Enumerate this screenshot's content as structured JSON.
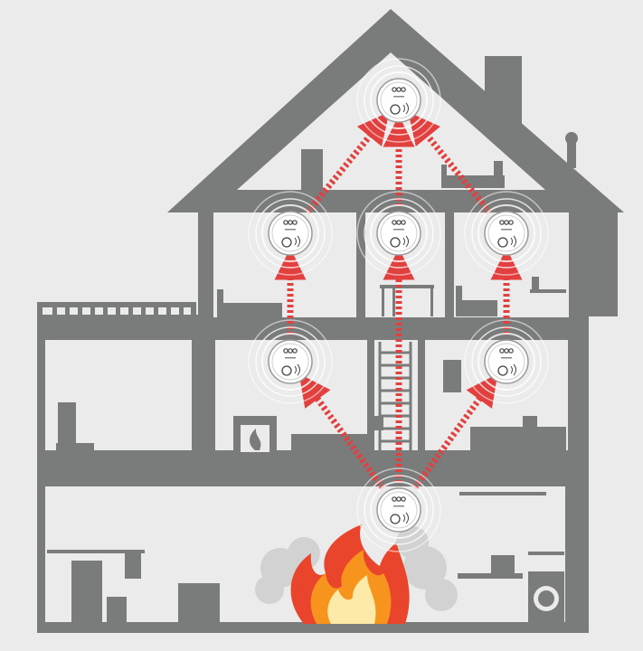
{
  "colors": {
    "background": "#ebebeb",
    "house": "#7a7b7b",
    "interior": "#ebebeb",
    "arrow": "#e2403f",
    "alarm_body": "#ffffff",
    "signal_ring": "#ffffff",
    "smoke": "#d2d2d2",
    "flame_outer": "#e8452c",
    "flame_mid": "#f7941d",
    "flame_inner": "#fde9a8"
  },
  "diagram": {
    "subject": "interlinked-smoke-alarm-network",
    "source_alarm": "alarm-basement",
    "alarms": [
      {
        "id": "alarm-attic",
        "floor": "attic"
      },
      {
        "id": "alarm-top-left",
        "floor": "top"
      },
      {
        "id": "alarm-top-center",
        "floor": "top"
      },
      {
        "id": "alarm-top-right",
        "floor": "top"
      },
      {
        "id": "alarm-middle-left",
        "floor": "middle"
      },
      {
        "id": "alarm-middle-right",
        "floor": "middle"
      },
      {
        "id": "alarm-basement",
        "floor": "basement"
      }
    ],
    "links": [
      {
        "from": "alarm-basement",
        "to": "alarm-middle-left"
      },
      {
        "from": "alarm-basement",
        "to": "alarm-middle-right"
      },
      {
        "from": "alarm-basement",
        "to": "alarm-top-center"
      },
      {
        "from": "alarm-middle-left",
        "to": "alarm-top-left"
      },
      {
        "from": "alarm-middle-right",
        "to": "alarm-top-right"
      },
      {
        "from": "alarm-top-left",
        "to": "alarm-attic"
      },
      {
        "from": "alarm-top-center",
        "to": "alarm-attic"
      },
      {
        "from": "alarm-top-right",
        "to": "alarm-attic"
      }
    ],
    "icons": [
      "fire-icon",
      "smoke-icon",
      "smoke-alarm-icon"
    ]
  }
}
